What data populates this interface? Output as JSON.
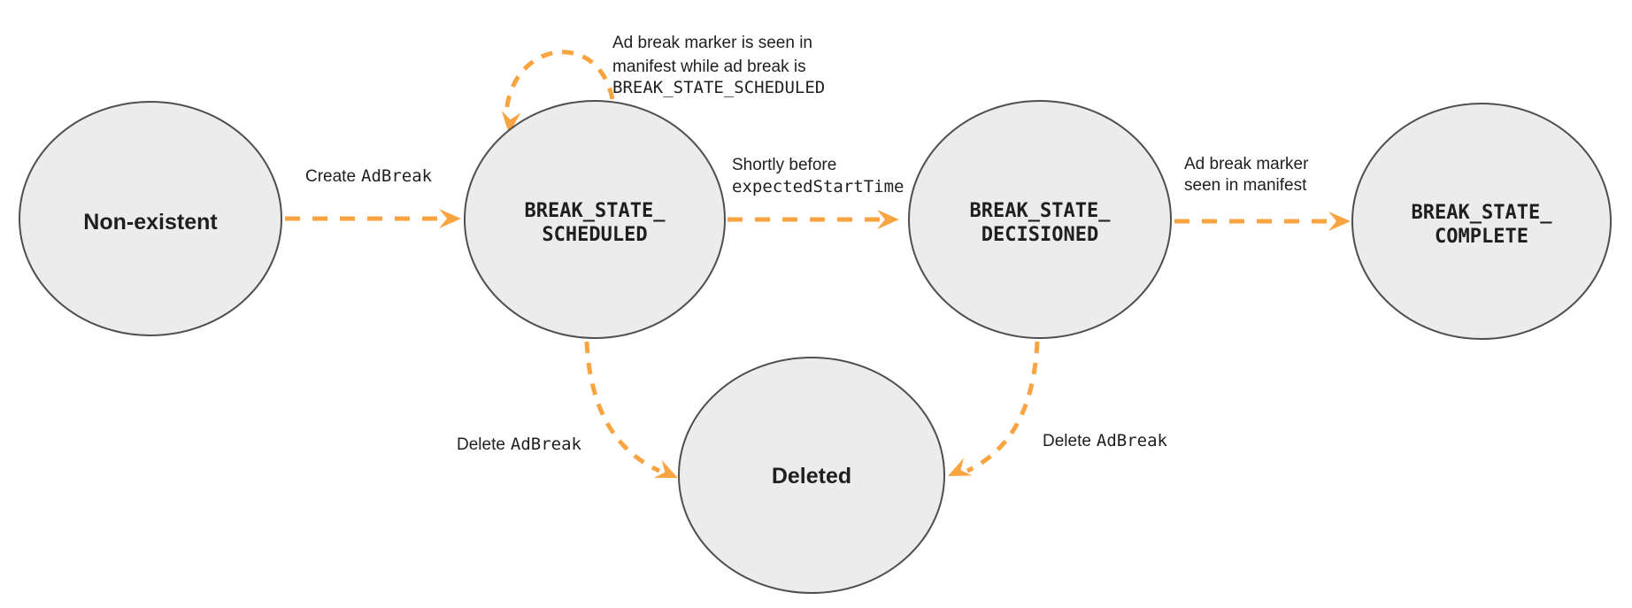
{
  "colors": {
    "arrow": "#F9A440",
    "node_fill": "#ECECEC",
    "node_border": "#4F4F4F",
    "text": "#1F1F1F"
  },
  "diagram": {
    "type": "state-machine",
    "states": {
      "non_existent": {
        "label": "Non-existent"
      },
      "scheduled": {
        "line1": "BREAK_STATE_",
        "line2": "SCHEDULED"
      },
      "decisioned": {
        "line1": "BREAK_STATE_",
        "line2": "DECISIONED"
      },
      "complete": {
        "line1": "BREAK_STATE_",
        "line2": "COMPLETE"
      },
      "deleted": {
        "label": "Deleted"
      }
    },
    "transitions": {
      "create": {
        "plain": "Create",
        "code": "AdBreak",
        "from": "non_existent",
        "to": "scheduled"
      },
      "self_loop": {
        "line1": "Ad break marker is seen in",
        "line2": "manifest while ad break is",
        "line3_code": "BREAK_STATE_SCHEDULED",
        "from": "scheduled",
        "to": "scheduled"
      },
      "to_decisioned": {
        "line1": "Shortly before",
        "line2_code": "expectedStartTime",
        "from": "scheduled",
        "to": "decisioned"
      },
      "to_complete": {
        "line1": "Ad break marker",
        "line2": "seen in manifest",
        "from": "decisioned",
        "to": "complete"
      },
      "delete_from_scheduled": {
        "plain": "Delete",
        "code": "AdBreak",
        "from": "scheduled",
        "to": "deleted"
      },
      "delete_from_decisioned": {
        "plain": "Delete",
        "code": "AdBreak",
        "from": "decisioned",
        "to": "deleted"
      }
    }
  }
}
